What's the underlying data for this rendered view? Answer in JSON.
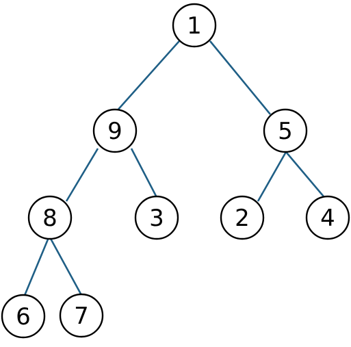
{
  "tree": {
    "nodes": [
      {
        "id": "n1",
        "label": "1"
      },
      {
        "id": "n9",
        "label": "9"
      },
      {
        "id": "n5",
        "label": "5"
      },
      {
        "id": "n8",
        "label": "8"
      },
      {
        "id": "n3",
        "label": "3"
      },
      {
        "id": "n2",
        "label": "2"
      },
      {
        "id": "n4",
        "label": "4"
      },
      {
        "id": "n6",
        "label": "6"
      },
      {
        "id": "n7",
        "label": "7"
      }
    ],
    "edges": [
      {
        "from": "n1",
        "to": "n9"
      },
      {
        "from": "n1",
        "to": "n5"
      },
      {
        "from": "n9",
        "to": "n8"
      },
      {
        "from": "n9",
        "to": "n3"
      },
      {
        "from": "n5",
        "to": "n2"
      },
      {
        "from": "n5",
        "to": "n4"
      },
      {
        "from": "n8",
        "to": "n6"
      },
      {
        "from": "n8",
        "to": "n7"
      }
    ],
    "colors": {
      "edge": "#1f5f86",
      "node_fill": "#ffffff",
      "node_stroke": "#000000",
      "label": "#000000"
    }
  }
}
